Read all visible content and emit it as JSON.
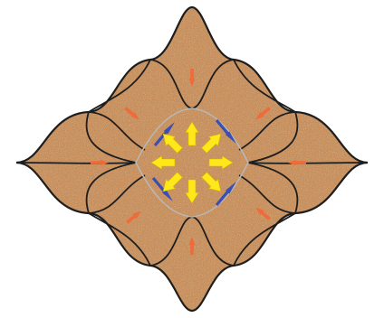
{
  "diagram": {
    "description_type": "tessellated-tiles-stress-arrows",
    "colors": {
      "background": "#ffffff",
      "tile_fill": "#c88a55",
      "tile_speckle_dark": "#8a5a32",
      "tile_speckle_light": "#e3b488",
      "tile_outline": "#1e1e1e",
      "center_outline": "#b8b8b8",
      "outer_arrow": "#f06a3a",
      "diagonal_arrow": "#3a4fb0",
      "center_arrow": "#ffe81a",
      "center_arrow_edge": "#d8b400"
    },
    "arrow_groups": [
      {
        "name": "outer-inward-arrows",
        "count": 8,
        "color": "outer_arrow",
        "direction": "inward"
      },
      {
        "name": "diagonal-arrows",
        "count": 4,
        "color": "diagonal_arrow",
        "direction": "tangential"
      },
      {
        "name": "center-outward-arrows",
        "count": 8,
        "color": "center_arrow",
        "direction": "outward"
      }
    ]
  }
}
